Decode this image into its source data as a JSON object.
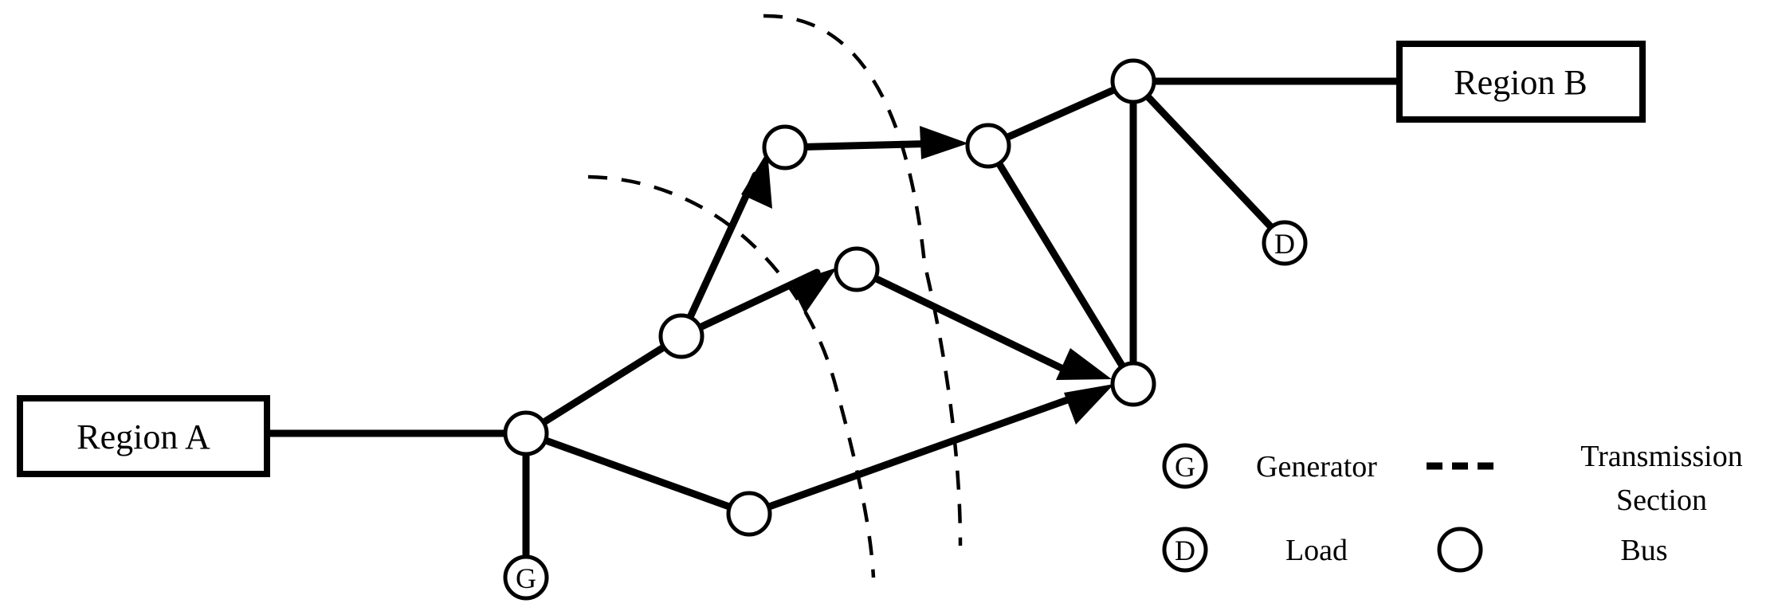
{
  "regions": {
    "a": "Region A",
    "b": "Region B"
  },
  "symbols": {
    "generator": "G",
    "load": "D"
  },
  "legend": {
    "generator": "Generator",
    "load": "Load",
    "section_line1": "Transmission",
    "section_line2": "Section",
    "bus": "Bus"
  }
}
